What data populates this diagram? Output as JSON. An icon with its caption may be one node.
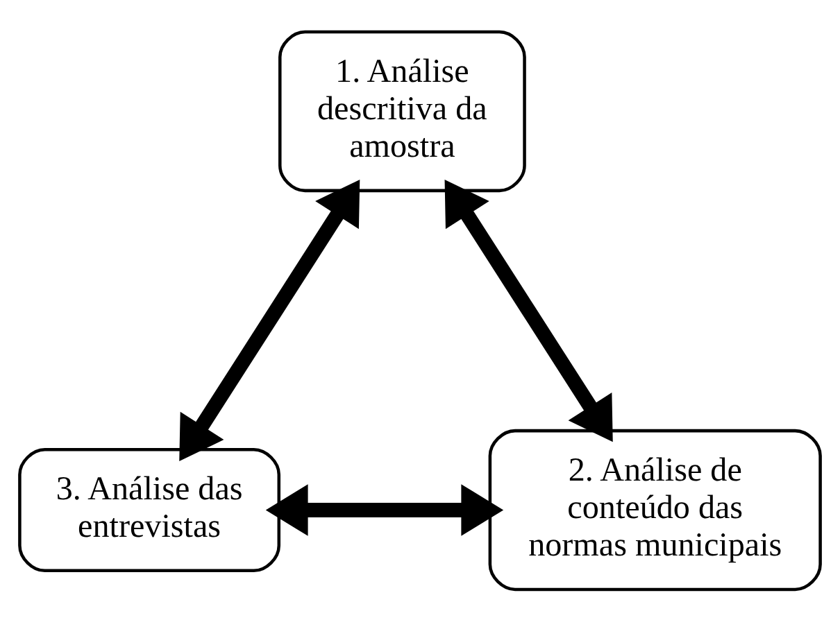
{
  "diagram": {
    "nodes": [
      {
        "text": [
          "1. Análise descritiva da amostra"
        ]
      },
      {
        "text": [
          "2. Análise de conteúdo das normas municipais"
        ]
      },
      {
        "text": [
          "3. Análise das entrevistas"
        ]
      }
    ],
    "edges": [
      {
        "from": 0,
        "to": 2,
        "arrow": "both"
      },
      {
        "from": 0,
        "to": 1,
        "arrow": "both"
      },
      {
        "from": 2,
        "to": 1,
        "arrow": "both"
      }
    ]
  }
}
